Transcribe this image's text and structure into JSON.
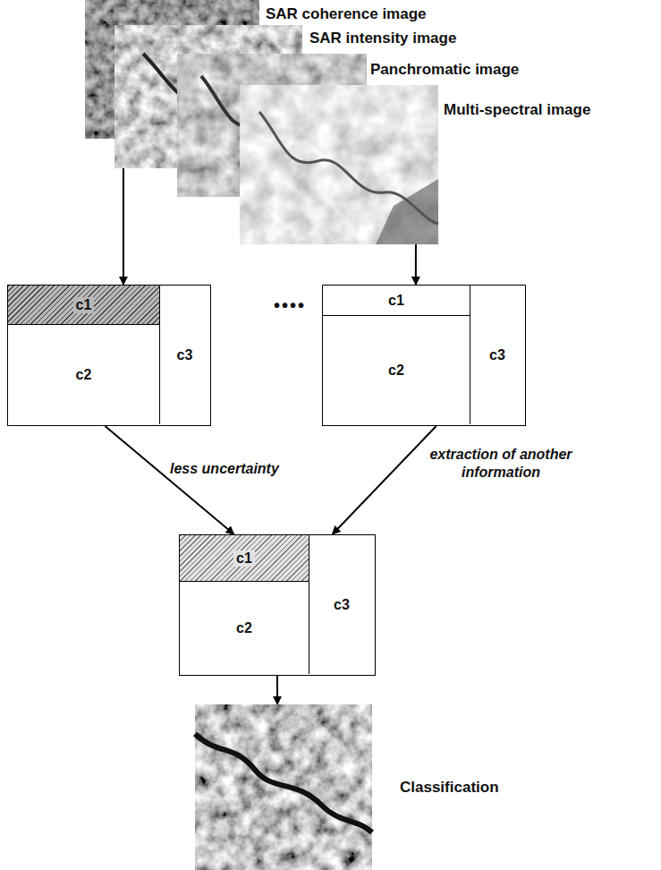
{
  "diagram": {
    "nodes": [
      {
        "text": [
          "SAR coherence image"
        ]
      },
      {
        "text": [
          "SAR intensity image"
        ]
      },
      {
        "text": [
          "Panchromatic image"
        ]
      },
      {
        "text": [
          "Multi-spectral image"
        ]
      },
      {
        "text": []
      },
      {
        "text": [
          "c1"
        ],
        "in": 4
      },
      {
        "text": [
          "c2"
        ],
        "in": 4
      },
      {
        "text": [
          "c3"
        ],
        "in": 4
      },
      {
        "text": []
      },
      {
        "text": [
          "c1"
        ],
        "in": 8
      },
      {
        "text": [
          "c2"
        ],
        "in": 8
      },
      {
        "text": [
          "c3"
        ],
        "in": 8
      },
      {
        "text": []
      },
      {
        "text": [
          "c1"
        ],
        "in": 12
      },
      {
        "text": [
          "c2"
        ],
        "in": 12
      },
      {
        "text": [
          "c3"
        ],
        "in": 12
      },
      {
        "text": [
          "Classification"
        ]
      }
    ],
    "edges": [
      {
        "from": 0,
        "to": 4,
        "arrow": "to"
      },
      {
        "from": 3,
        "to": 8,
        "arrow": "to"
      },
      {
        "from": 4,
        "to": 12,
        "label": "less uncertainty",
        "arrow": "to"
      },
      {
        "from": 8,
        "to": 12,
        "label": "extraction of another information",
        "arrow": "to"
      },
      {
        "from": 12,
        "to": 16,
        "arrow": "to"
      }
    ],
    "labels": [
      "••••"
    ]
  }
}
